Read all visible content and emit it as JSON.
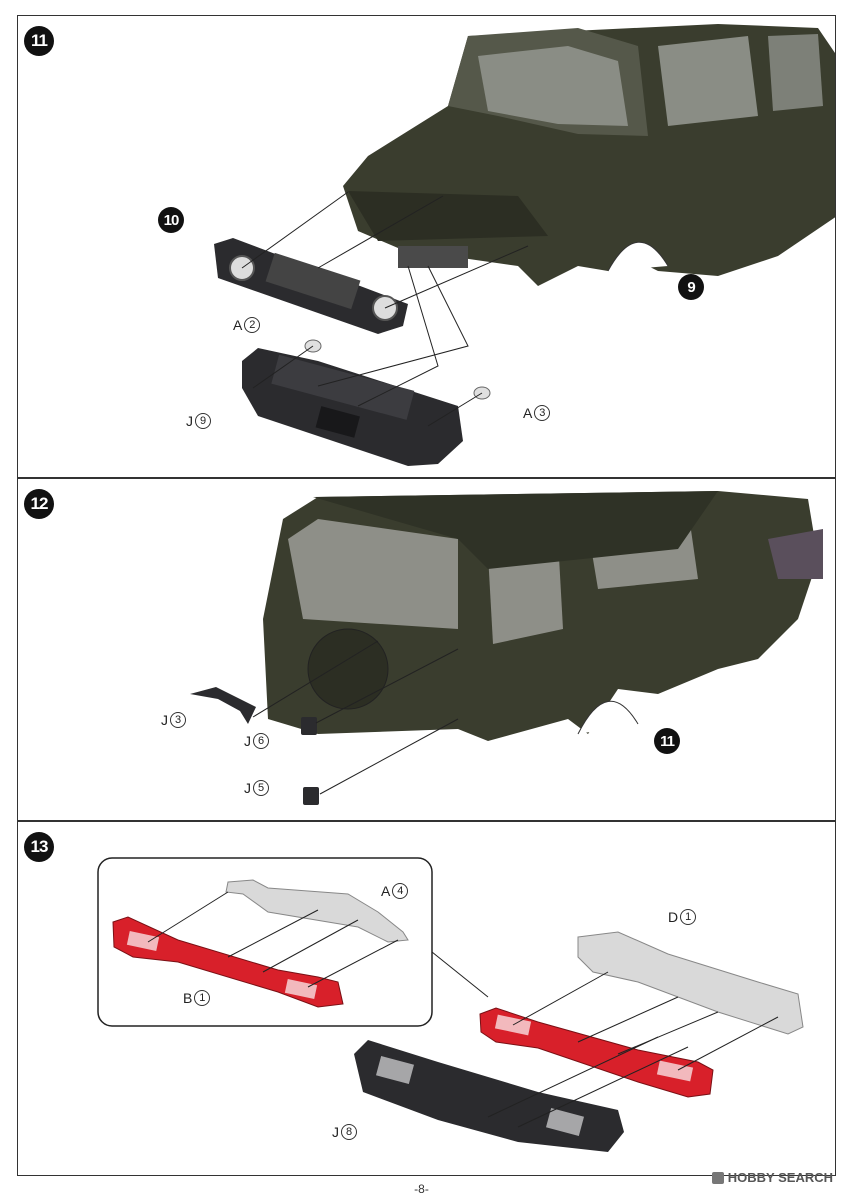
{
  "steps": [
    {
      "number": "11",
      "refs": [
        "10",
        "9"
      ],
      "labels": [
        {
          "letter": "A",
          "num": "2"
        },
        {
          "letter": "J",
          "num": "9"
        },
        {
          "letter": "A",
          "num": "3"
        }
      ]
    },
    {
      "number": "12",
      "refs": [
        "11"
      ],
      "labels": [
        {
          "letter": "J",
          "num": "3"
        },
        {
          "letter": "J",
          "num": "6"
        },
        {
          "letter": "J",
          "num": "5"
        }
      ]
    },
    {
      "number": "13",
      "refs": [],
      "labels": [
        {
          "letter": "A",
          "num": "4"
        },
        {
          "letter": "B",
          "num": "1"
        },
        {
          "letter": "D",
          "num": "1"
        },
        {
          "letter": "J",
          "num": "8"
        }
      ]
    }
  ],
  "footer": {
    "page_number": "-8-",
    "watermark": "HOBBY SEARCH"
  },
  "colors": {
    "body_green": "#3a3d2e",
    "part_red": "#d8202a",
    "part_gray": "#d9d9d9",
    "part_black": "#2b2b2e"
  }
}
